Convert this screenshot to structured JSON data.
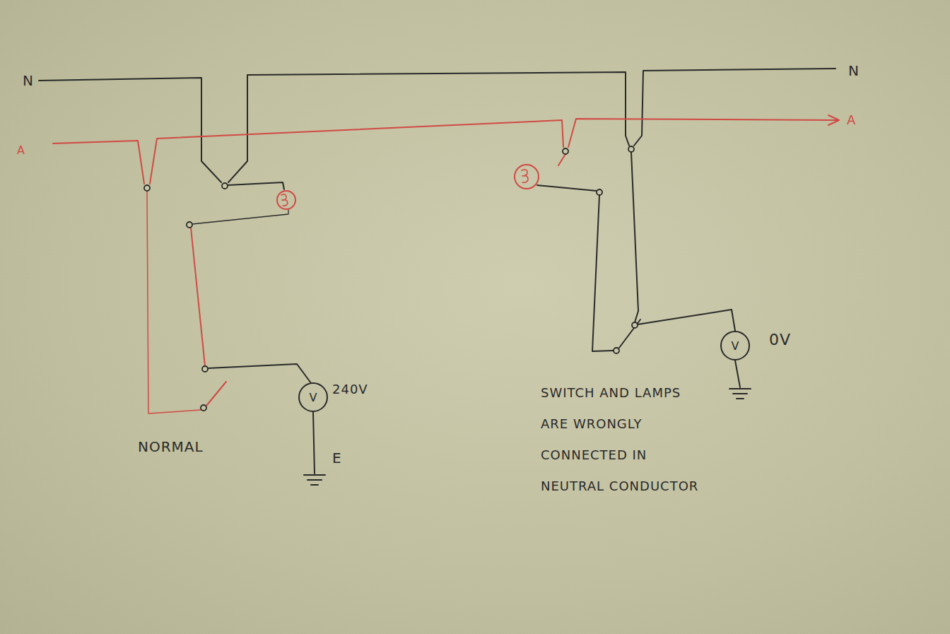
{
  "diagram": {
    "nodes": [
      {
        "text": [
          "V"
        ]
      },
      {
        "text": [
          "V"
        ]
      }
    ],
    "labels": [
      "N",
      "A",
      "N",
      "A",
      "240V",
      "E",
      "NORMAL",
      "0V",
      "SWITCH AND LAMPS ARE WRONGLY CONNECTED IN NEUTRAL CONDUCTOR"
    ]
  }
}
